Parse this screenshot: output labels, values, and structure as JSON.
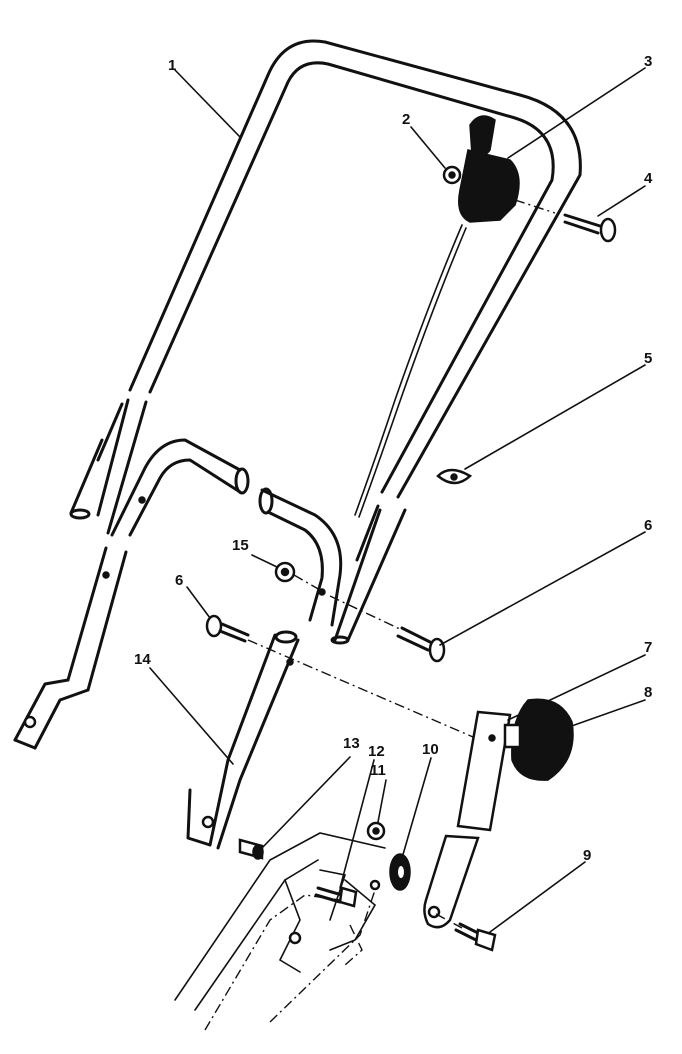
{
  "callouts": [
    "1",
    "2",
    "3",
    "4",
    "5",
    "6",
    "6",
    "7",
    "8",
    "9",
    "10",
    "11",
    "12",
    "13",
    "14",
    "15"
  ],
  "parts": [
    {
      "ref": "1",
      "icon": "upper-handle-icon"
    },
    {
      "ref": "2",
      "icon": "lock-nut-icon"
    },
    {
      "ref": "3",
      "icon": "throttle-control-icon"
    },
    {
      "ref": "4",
      "icon": "carriage-bolt-icon"
    },
    {
      "ref": "5",
      "icon": "cable-clip-icon"
    },
    {
      "ref": "6",
      "icon": "carriage-bolt-icon"
    },
    {
      "ref": "7",
      "icon": "handle-bracket-icon"
    },
    {
      "ref": "8",
      "icon": "handle-knob-icon"
    },
    {
      "ref": "9",
      "icon": "cap-screw-icon"
    },
    {
      "ref": "10",
      "icon": "wave-washer-icon"
    },
    {
      "ref": "11",
      "icon": "lock-nut-icon"
    },
    {
      "ref": "12",
      "icon": "cap-screw-icon"
    },
    {
      "ref": "13",
      "icon": "bushing-icon"
    },
    {
      "ref": "14",
      "icon": "lower-handle-icon"
    },
    {
      "ref": "15",
      "icon": "lock-nut-icon"
    }
  ]
}
